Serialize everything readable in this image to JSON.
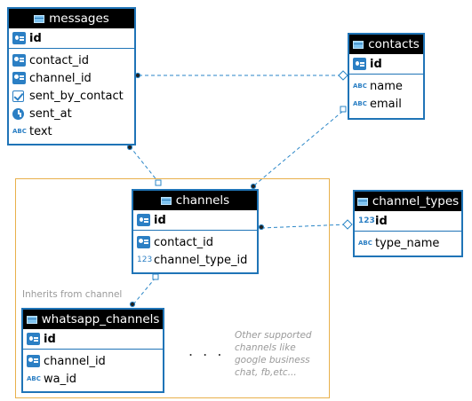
{
  "entities": {
    "messages": {
      "title": "messages",
      "pk": "id",
      "columns": [
        {
          "name": "contact_id",
          "icon": "foreign-key-icon"
        },
        {
          "name": "channel_id",
          "icon": "foreign-key-icon"
        },
        {
          "name": "sent_by_contact",
          "icon": "checkbox-icon"
        },
        {
          "name": "sent_at",
          "icon": "clock-icon"
        },
        {
          "name": "text",
          "icon": "abc-text-icon"
        }
      ]
    },
    "contacts": {
      "title": "contacts",
      "pk": "id",
      "columns": [
        {
          "name": "name",
          "icon": "abc-text-icon"
        },
        {
          "name": "email",
          "icon": "abc-text-icon"
        }
      ]
    },
    "channels": {
      "title": "channels",
      "pk": "id",
      "columns": [
        {
          "name": "contact_id",
          "icon": "foreign-key-icon"
        },
        {
          "name": "channel_type_id",
          "icon": "numeric-123-icon"
        }
      ]
    },
    "channel_types": {
      "title": "channel_types",
      "pk": "id",
      "columns": [
        {
          "name": "type_name",
          "icon": "abc-text-icon"
        }
      ]
    },
    "whatsapp_channels": {
      "title": "whatsapp_channels",
      "pk": "id",
      "columns": [
        {
          "name": "channel_id",
          "icon": "foreign-key-icon"
        },
        {
          "name": "wa_id",
          "icon": "abc-text-icon"
        }
      ]
    }
  },
  "glyphs": {
    "abc": "ABC",
    "num": "123"
  },
  "notes": {
    "inherits": "Inherits from channel",
    "other_line1": "Other supported",
    "other_line2": "channels like",
    "other_line3": "google business",
    "other_line4": "chat, fb,etc...",
    "ellipsis": ". . ."
  },
  "colors": {
    "entity_border": "#1f74b7",
    "header_bg": "#000000",
    "link": "#2a86c7",
    "group_border": "#e8b04b",
    "note_text": "#9a9a9a"
  }
}
